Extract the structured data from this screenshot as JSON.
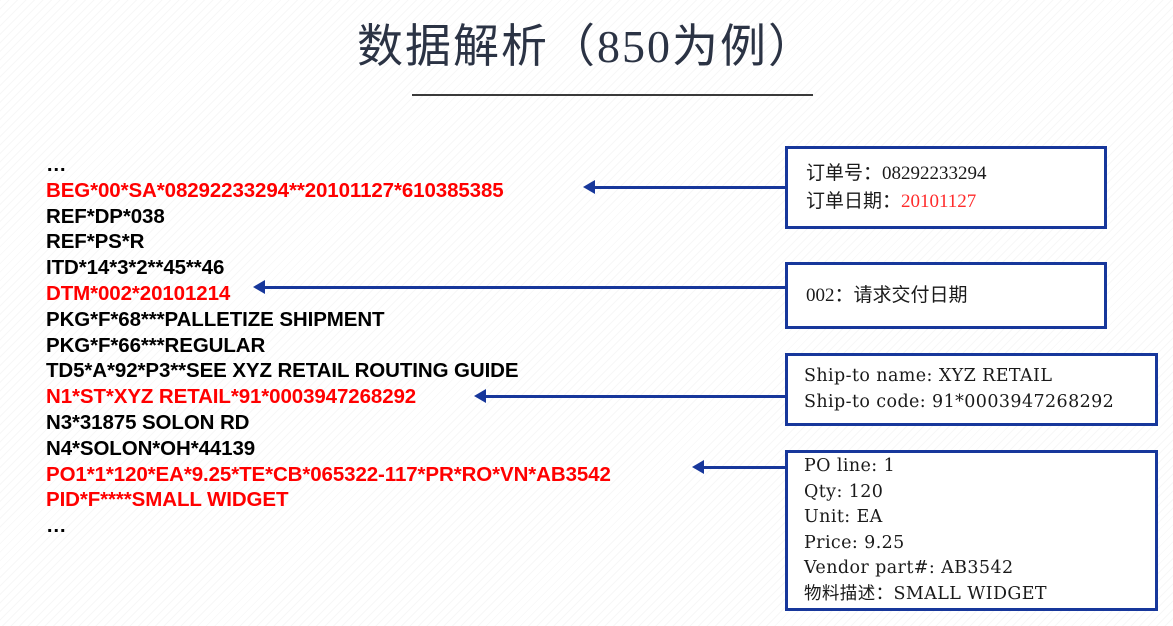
{
  "title": "数据解析（850为例）",
  "colors": {
    "title": "#2b3344",
    "accent_blue": "#17379b",
    "highlight_red": "#ff0000",
    "body_black": "#000000"
  },
  "edi_block": {
    "lines": [
      {
        "text": "…",
        "color": "black"
      },
      {
        "text": "BEG*00*SA*08292233294**20101127*610385385",
        "color": "red"
      },
      {
        "text": "REF*DP*038",
        "color": "black"
      },
      {
        "text": "REF*PS*R",
        "color": "black"
      },
      {
        "text": "ITD*14*3*2**45**46",
        "color": "black"
      },
      {
        "text": "DTM*002*20101214",
        "color": "red"
      },
      {
        "text": "PKG*F*68***PALLETIZE SHIPMENT",
        "color": "black"
      },
      {
        "text": "PKG*F*66***REGULAR",
        "color": "black"
      },
      {
        "text": "TD5*A*92*P3**SEE XYZ RETAIL ROUTING GUIDE",
        "color": "black"
      },
      {
        "text": "N1*ST*XYZ RETAIL*91*0003947268292",
        "color": "red"
      },
      {
        "text": "N3*31875 SOLON RD",
        "color": "black"
      },
      {
        "text": "N4*SOLON*OH*44139",
        "color": "black"
      },
      {
        "text": "PO1*1*120*EA*9.25*TE*CB*065322-117*PR*RO*VN*AB3542",
        "color": "red"
      },
      {
        "text": "PID*F****SMALL WIDGET",
        "color": "red"
      },
      {
        "text": "…",
        "color": "black"
      }
    ]
  },
  "callouts": {
    "order": {
      "line1_label": "订单号：",
      "line1_value": "08292233294",
      "line2_label": "订单日期：",
      "line2_value": "20101127"
    },
    "dtm": {
      "line1": "002：请求交付日期"
    },
    "shipto": {
      "line1": "Ship-to name: XYZ RETAIL",
      "line2": "Ship-to code: 91*0003947268292"
    },
    "poline": {
      "line1": "PO line: 1",
      "line2": "Qty: 120",
      "line3": "Unit: EA",
      "line4": "Price: 9.25",
      "line5": "Vendor part#: AB3542",
      "line6": "物料描述：SMALL WIDGET"
    }
  }
}
